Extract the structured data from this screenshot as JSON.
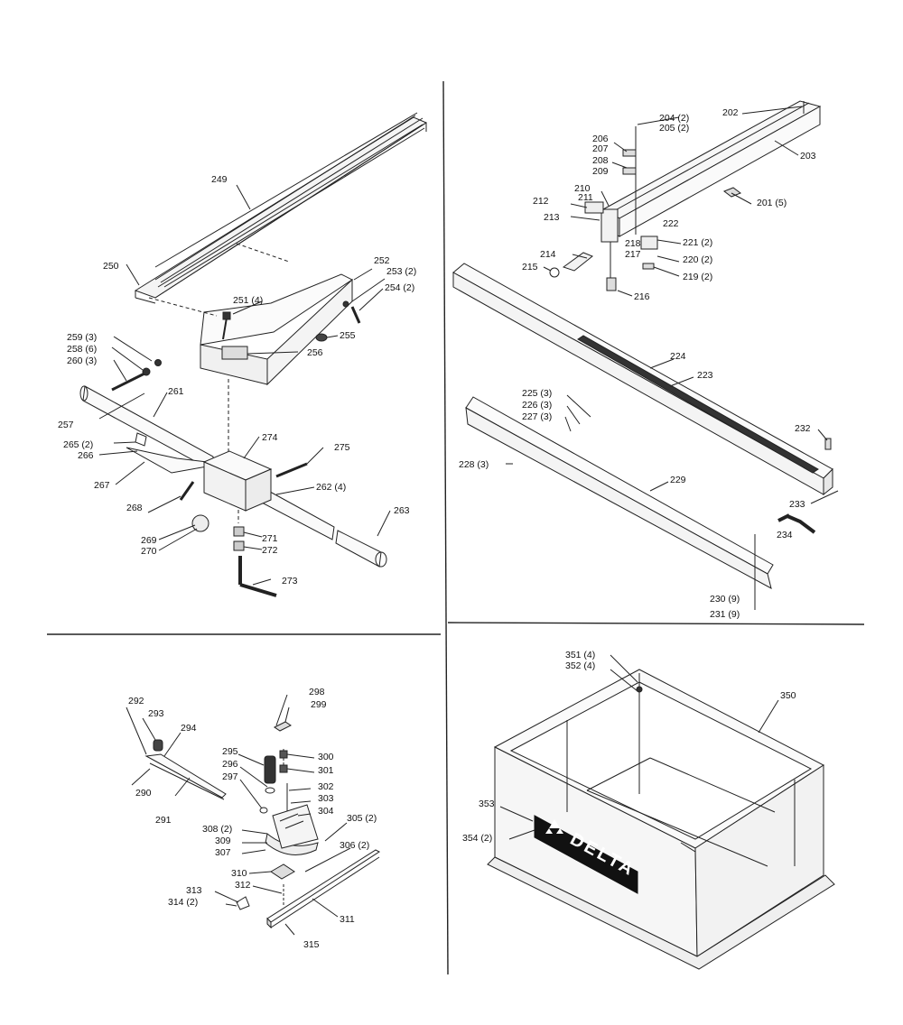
{
  "brand": {
    "logo_text": "DELTA"
  },
  "labels": {
    "q1": {
      "p249": "249",
      "p250": "250",
      "p251": "251 (4)",
      "p252": "252",
      "p253": "253 (2)",
      "p254": "254 (2)",
      "p255": "255",
      "p256": "256",
      "p257": "257",
      "p258": "258 (6)",
      "p259": "259 (3)",
      "p260": "260 (3)",
      "p261": "261",
      "p262": "262 (4)",
      "p263": "263",
      "p265": "265 (2)",
      "p266": "266",
      "p267": "267",
      "p268": "268",
      "p269": "269",
      "p270": "270",
      "p271": "271",
      "p272": "272",
      "p273": "273",
      "p274": "274",
      "p275": "275"
    },
    "q2": {
      "p201": "201 (5)",
      "p202": "202",
      "p203": "203",
      "p204": "204 (2)",
      "p205": "205 (2)",
      "p206": "206",
      "p207": "207",
      "p208": "208",
      "p209": "209",
      "p210": "210",
      "p211": "211",
      "p212": "212",
      "p213": "213",
      "p214": "214",
      "p215": "215",
      "p216": "216",
      "p217": "217",
      "p218": "218",
      "p219": "219 (2)",
      "p220": "220 (2)",
      "p221": "221 (2)",
      "p222": "222",
      "p223": "223",
      "p224": "224",
      "p225": "225 (3)",
      "p226": "226 (3)",
      "p227": "227 (3)",
      "p228": "228 (3)",
      "p229": "229",
      "p230": "230 (9)",
      "p231": "231 (9)",
      "p232": "232",
      "p233": "233",
      "p234": "234"
    },
    "q3": {
      "p290": "290",
      "p291": "291",
      "p292": "292",
      "p293": "293",
      "p294": "294",
      "p295": "295",
      "p296": "296",
      "p297": "297",
      "p298": "298",
      "p299": "299",
      "p300": "300",
      "p301": "301",
      "p302": "302",
      "p303": "303",
      "p304": "304",
      "p305": "305 (2)",
      "p306": "306 (2)",
      "p307": "307",
      "p308": "308 (2)",
      "p309": "309",
      "p310": "310",
      "p311": "311",
      "p312": "312",
      "p313": "313",
      "p314": "314 (2)",
      "p315": "315"
    },
    "q4": {
      "p350": "350",
      "p351": "351 (4)",
      "p352": "352 (4)",
      "p353": "353",
      "p354": "354 (2)"
    }
  }
}
